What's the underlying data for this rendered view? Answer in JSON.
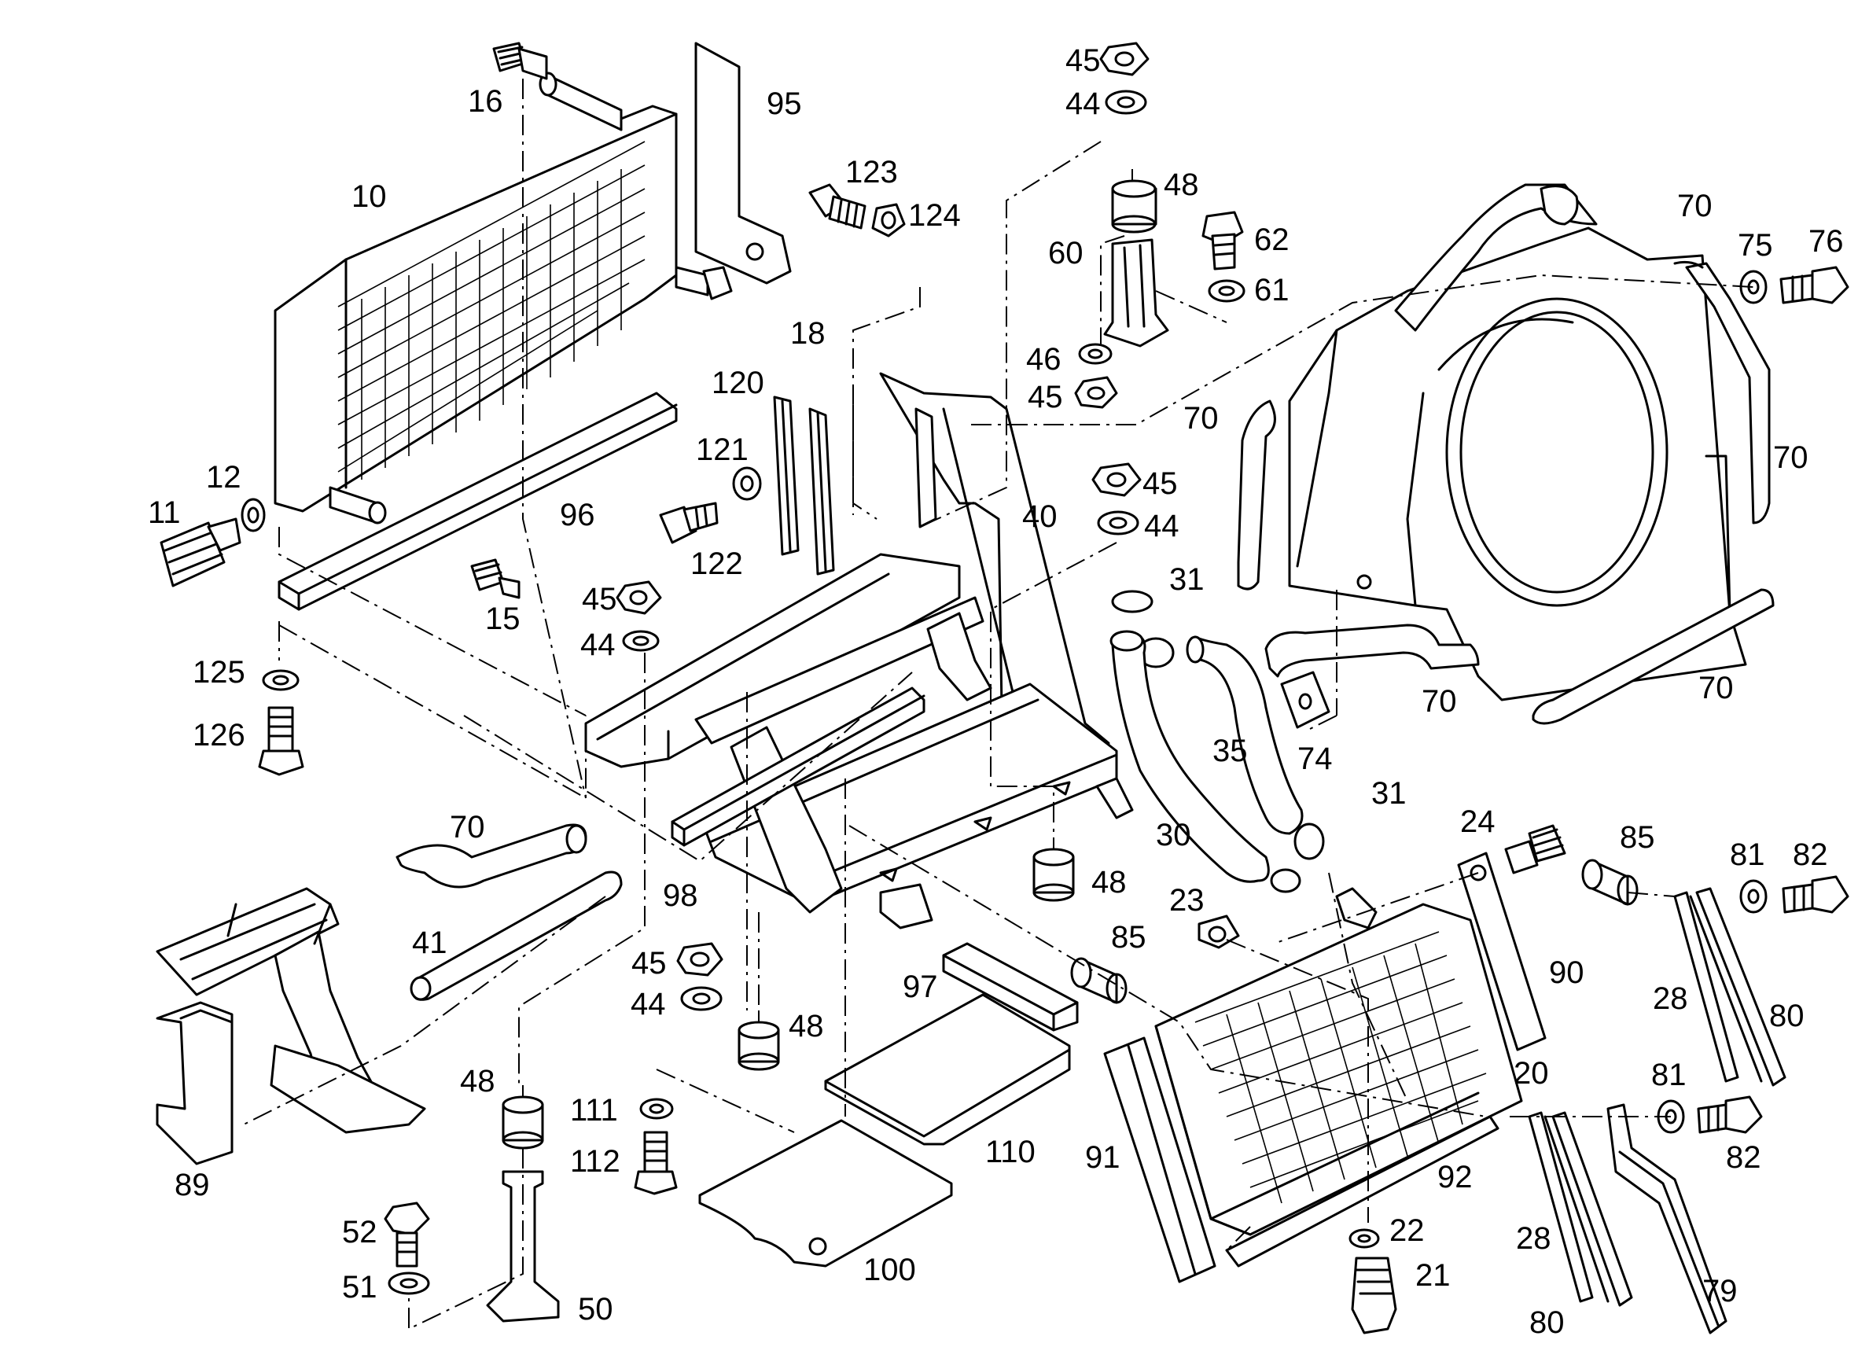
{
  "labels": {
    "l10": "10",
    "l11": "11",
    "l12": "12",
    "l15": "15",
    "l16": "16",
    "l18": "18",
    "l20": "20",
    "l21": "21",
    "l22": "22",
    "l23": "23",
    "l24": "24",
    "l28a": "28",
    "l28b": "28",
    "l30": "30",
    "l31a": "31",
    "l31b": "31",
    "l35": "35",
    "l40": "40",
    "l41": "41",
    "l44a": "44",
    "l44b": "44",
    "l44c": "44",
    "l44d": "44",
    "l45a": "45",
    "l45b": "45",
    "l45c": "45",
    "l45d": "45",
    "l45e": "45",
    "l46": "46",
    "l48a": "48",
    "l48b": "48",
    "l48c": "48",
    "l48d": "48",
    "l50": "50",
    "l51": "51",
    "l52": "52",
    "l60": "60",
    "l61": "61",
    "l62": "62",
    "l70a": "70",
    "l70b": "70",
    "l70c": "70",
    "l70d": "70",
    "l70e": "70",
    "l70f": "70",
    "l74": "74",
    "l75": "75",
    "l76": "76",
    "l79": "79",
    "l80a": "80",
    "l80b": "80",
    "l81a": "81",
    "l81b": "81",
    "l82a": "82",
    "l82b": "82",
    "l85a": "85",
    "l85b": "85",
    "l89": "89",
    "l90": "90",
    "l91": "91",
    "l92": "92",
    "l95": "95",
    "l96": "96",
    "l97": "97",
    "l98": "98",
    "l100": "100",
    "l110": "110",
    "l111": "111",
    "l112": "112",
    "l120": "120",
    "l121": "121",
    "l122": "122",
    "l123": "123",
    "l124": "124",
    "l125": "125",
    "l126": "126"
  }
}
